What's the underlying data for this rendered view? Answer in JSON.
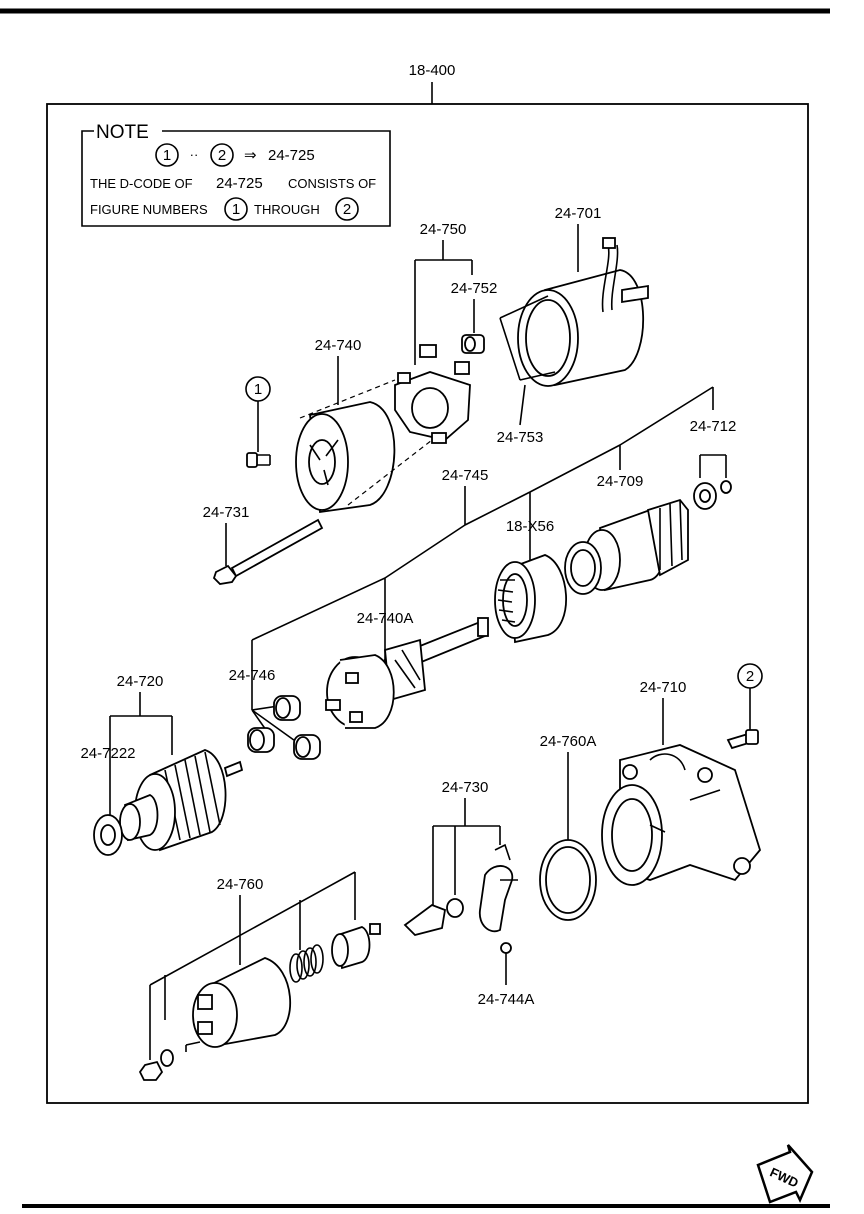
{
  "assembly_code": "18-400",
  "note": {
    "title": "NOTE",
    "range_from": "1",
    "range_sep": "··",
    "range_to": "2",
    "arrow": "⇒",
    "range_code": "24-725",
    "line2_a": "THE D-CODE OF",
    "line2_code": "24-725",
    "line2_b": "CONSISTS OF",
    "line3_a": "FIGURE NUMBERS",
    "line3_from": "1",
    "line3_b": "THROUGH",
    "line3_to": "2"
  },
  "callouts": {
    "c1": "1",
    "c2": "2"
  },
  "parts": {
    "p24_701": "24-701",
    "p24_750": "24-750",
    "p24_752": "24-752",
    "p24_740": "24-740",
    "p24_753": "24-753",
    "p24_712": "24-712",
    "p24_745": "24-745",
    "p24_709": "24-709",
    "p24_731": "24-731",
    "p18_x56": "18-X56",
    "p24_740a": "24-740A",
    "p24_720": "24-720",
    "p24_746": "24-746",
    "p24_710": "24-710",
    "p24_7222": "24-7222",
    "p24_760a": "24-760A",
    "p24_730": "24-730",
    "p24_760": "24-760",
    "p24_744a": "24-744A"
  },
  "fwd_label": "FWD"
}
